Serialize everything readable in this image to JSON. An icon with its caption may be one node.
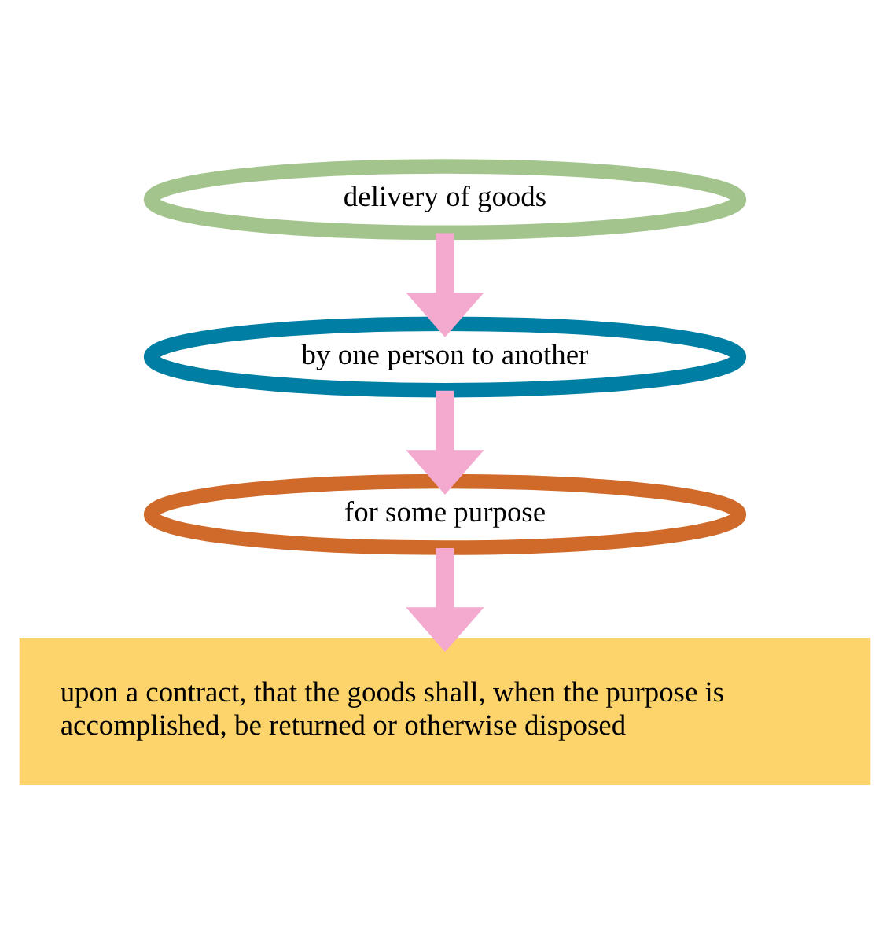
{
  "diagram": {
    "nodes": [
      {
        "text": [
          "delivery of goods"
        ]
      },
      {
        "text": [
          "by one person to another"
        ]
      },
      {
        "text": [
          "for some purpose"
        ]
      },
      {
        "text": [
          "upon a contract, that the goods shall, when the purpose is accomplished, be returned or otherwise disposed"
        ]
      }
    ],
    "edges": [
      {
        "from": 0,
        "to": 1,
        "arrow": "to"
      },
      {
        "from": 1,
        "to": 2,
        "arrow": "to"
      },
      {
        "from": 2,
        "to": 3,
        "arrow": "to"
      }
    ]
  }
}
